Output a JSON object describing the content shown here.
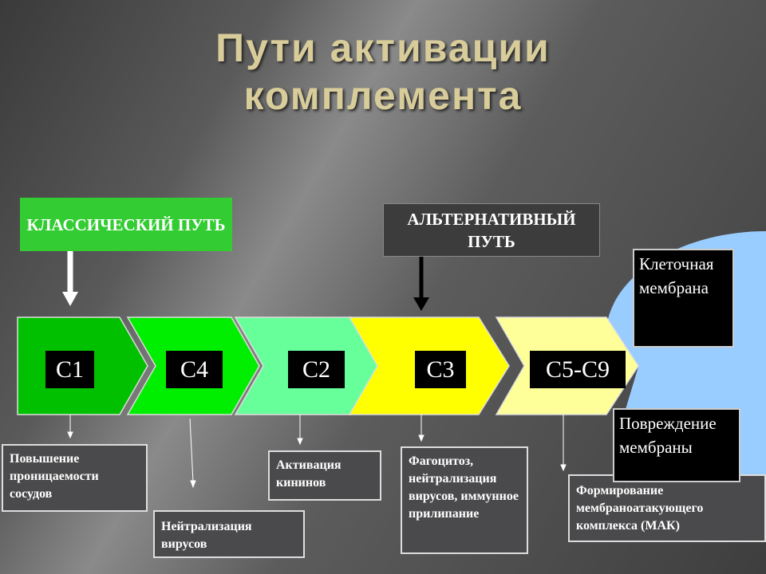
{
  "title": {
    "line1": "Пути активации",
    "line2": "комплемента"
  },
  "pathways": {
    "classical": "КЛАССИЧЕСКИЙ ПУТЬ",
    "alternative": "АЛЬТЕРНАТИВНЫЙ ПУТЬ"
  },
  "components": [
    {
      "label": "C1",
      "color": "#00c000"
    },
    {
      "label": "C4",
      "color": "#00ee00"
    },
    {
      "label": "C2",
      "color": "#66ff99"
    },
    {
      "label": "C3",
      "color": "#ffff00"
    },
    {
      "label": "C5-C9",
      "color": "#ffff99"
    }
  ],
  "membrane": {
    "label": "Клеточная мембрана",
    "damage": "Повреждение мембраны",
    "color": "#99ccff"
  },
  "effects": [
    "Повышение проницаемости сосудов",
    "Нейтрализация вирусов",
    "Активация кининов",
    "Фагоцитоз, нейтрализация вирусов, иммунное прилипание",
    "Формирование мембраноатакующего комплекса (МАК)"
  ]
}
